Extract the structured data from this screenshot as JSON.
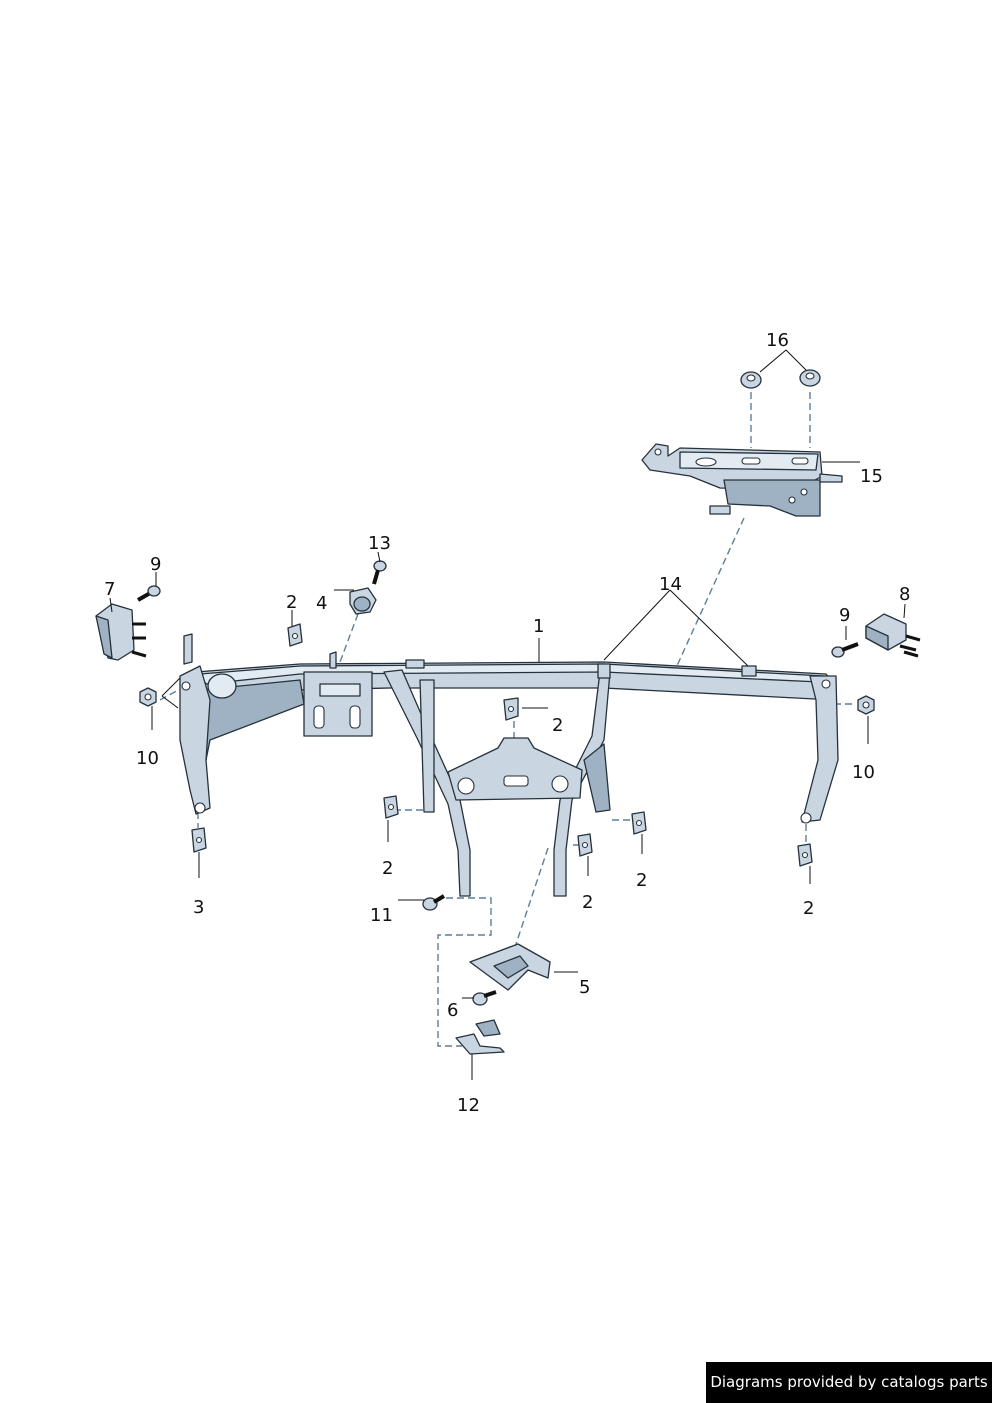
{
  "callouts": {
    "c1": "1",
    "c2": "2",
    "c3": "3",
    "c4": "4",
    "c5": "5",
    "c6": "6",
    "c7": "7",
    "c8": "8",
    "c9": "9",
    "c10": "10",
    "c11": "11",
    "c12": "12",
    "c13": "13",
    "c14": "14",
    "c15": "15",
    "c16": "16"
  },
  "footer": {
    "credit": "Diagrams provided by catalogs parts"
  },
  "colors": {
    "part_fill": "#c9d6e2",
    "part_outline": "#25313b",
    "dashed_leader": "#5d7f9a",
    "credit_bg": "#000000"
  }
}
